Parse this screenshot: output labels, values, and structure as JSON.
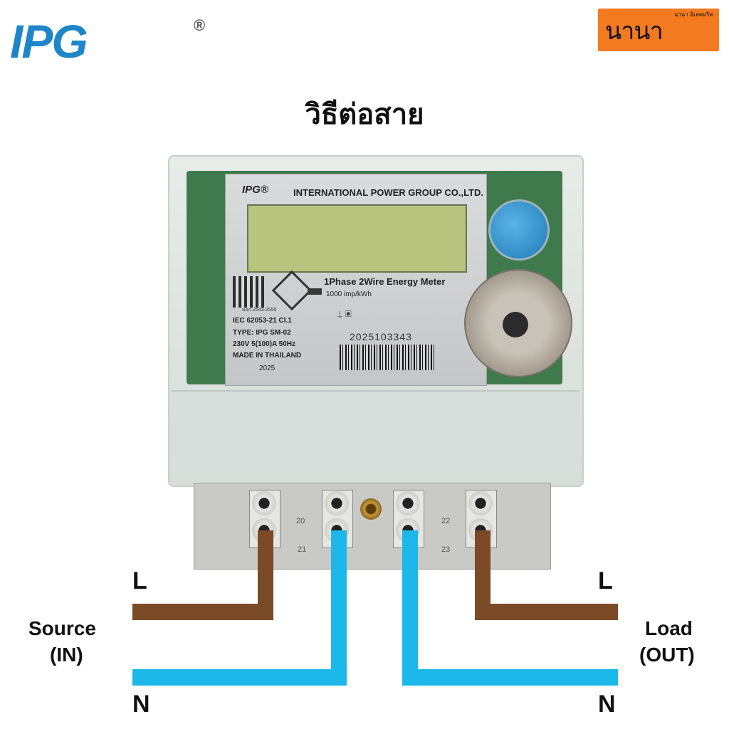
{
  "header": {
    "logo_text": "IPG",
    "logo_registered": "®",
    "brand_small": "นานา อิเลคทริค",
    "brand_mark": "นานา"
  },
  "title": "วิธีต่อสาย",
  "meter": {
    "plate_logo": "IPG®",
    "company": "INTERNATIONAL POWER GROUP CO.,LTD.",
    "model_title": "1Phase 2Wire Energy Meter",
    "impulse": "1000 imp/kWh",
    "standard_mark": "มอก.2543-2555",
    "spec_lines": [
      "IEC 62053-21 Cl.1",
      "TYPE: IPG SM-02",
      "230V 5(100)A 50Hz",
      "MADE IN THAILAND",
      "2025"
    ],
    "serial": "2025103343",
    "terminal_numbers": [
      "20",
      "21",
      "22",
      "23"
    ]
  },
  "wiring": {
    "source_line": "L",
    "source_neutral": "N",
    "source_label": "Source",
    "source_sub": "(IN)",
    "load_line": "L",
    "load_neutral": "N",
    "load_label": "Load",
    "load_sub": "(OUT)"
  },
  "colors": {
    "line_wire": "#7b4a27",
    "neutral_wire": "#1cb8ea",
    "logo_blue": "#1e86c8",
    "brand_orange": "#f47a21"
  }
}
